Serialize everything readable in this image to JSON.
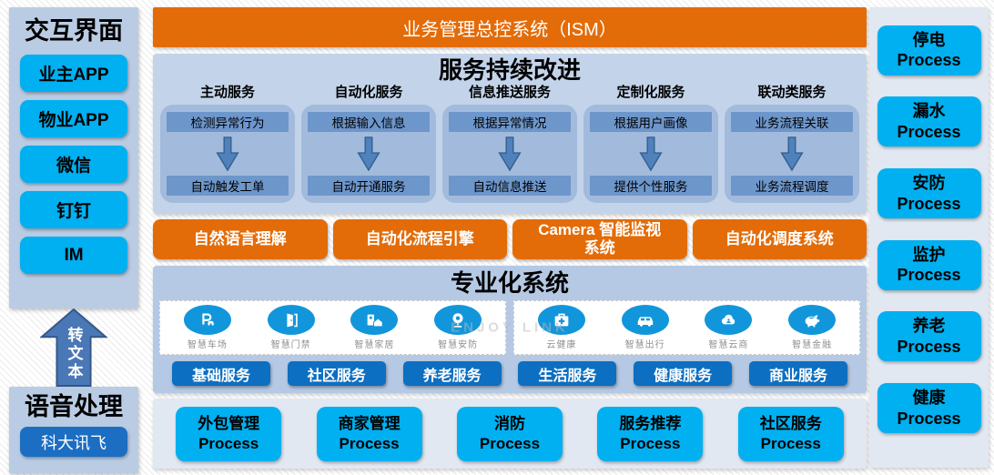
{
  "banner": {
    "title": "业务管理总控系统（ISM）"
  },
  "interaction": {
    "title": "交互界面",
    "buttons": [
      "业主APP",
      "物业APP",
      "微信",
      "钉钉",
      "IM"
    ]
  },
  "voice": {
    "arrow_label": "转文本",
    "title": "语音处理",
    "button": "科大讯飞"
  },
  "improvement": {
    "title": "服务持续改进",
    "columns": [
      {
        "header": "主动服务",
        "from": "检测异常行为",
        "to": "自动触发工单"
      },
      {
        "header": "自动化服务",
        "from": "根据输入信息",
        "to": "自动开通服务"
      },
      {
        "header": "信息推送服务",
        "from": "根据异常情况",
        "to": "自动信息推送"
      },
      {
        "header": "定制化服务",
        "from": "根据用户画像",
        "to": "提供个性服务"
      },
      {
        "header": "联动类服务",
        "from": "业务流程关联",
        "to": "业务流程调度"
      }
    ]
  },
  "engines": {
    "buttons": [
      "自然语言理解",
      "自动化流程引擎",
      "Camera 智能监视系统",
      "自动化调度系统"
    ]
  },
  "specialized": {
    "title": "专业化系统",
    "watermark": "ENJOY LINK",
    "groups": [
      {
        "items": [
          {
            "icon": "parking-icon",
            "label": "智慧车场"
          },
          {
            "icon": "door-icon",
            "label": "智慧门禁"
          },
          {
            "icon": "home-icon",
            "label": "智慧家居"
          },
          {
            "icon": "camera-icon",
            "label": "智慧安防"
          }
        ]
      },
      {
        "items": [
          {
            "icon": "health-icon",
            "label": "云健康"
          },
          {
            "icon": "car-icon",
            "label": "智慧出行"
          },
          {
            "icon": "cloud-icon",
            "label": "智慧云商"
          },
          {
            "icon": "piggy-icon",
            "label": "智慧金融"
          }
        ]
      }
    ],
    "services": [
      "基础服务",
      "社区服务",
      "养老服务",
      "生活服务",
      "健康服务",
      "商业服务"
    ]
  },
  "bottom_processes": [
    {
      "name": "外包管理",
      "sub": "Process"
    },
    {
      "name": "商家管理",
      "sub": "Process"
    },
    {
      "name": "消防",
      "sub": "Process"
    },
    {
      "name": "服务推荐",
      "sub": "Process"
    },
    {
      "name": "社区服务",
      "sub": "Process"
    }
  ],
  "right_processes": [
    {
      "name": "停电",
      "sub": "Process"
    },
    {
      "name": "漏水",
      "sub": "Process"
    },
    {
      "name": "安防",
      "sub": "Process"
    },
    {
      "name": "监护",
      "sub": "Process"
    },
    {
      "name": "养老",
      "sub": "Process"
    },
    {
      "name": "健康",
      "sub": "Process"
    }
  ],
  "colors": {
    "orange": "#e36c09",
    "cyan": "#00b0f0",
    "dark_blue": "#0d6fc1",
    "panel_blue": "#b9cce4",
    "panel_light": "#e2e8f2",
    "section_blue": "#c3d4ea",
    "step_blue": "#6d96cb",
    "arrow_blue": "#4f81bd",
    "icon_blue": "#1296db"
  }
}
